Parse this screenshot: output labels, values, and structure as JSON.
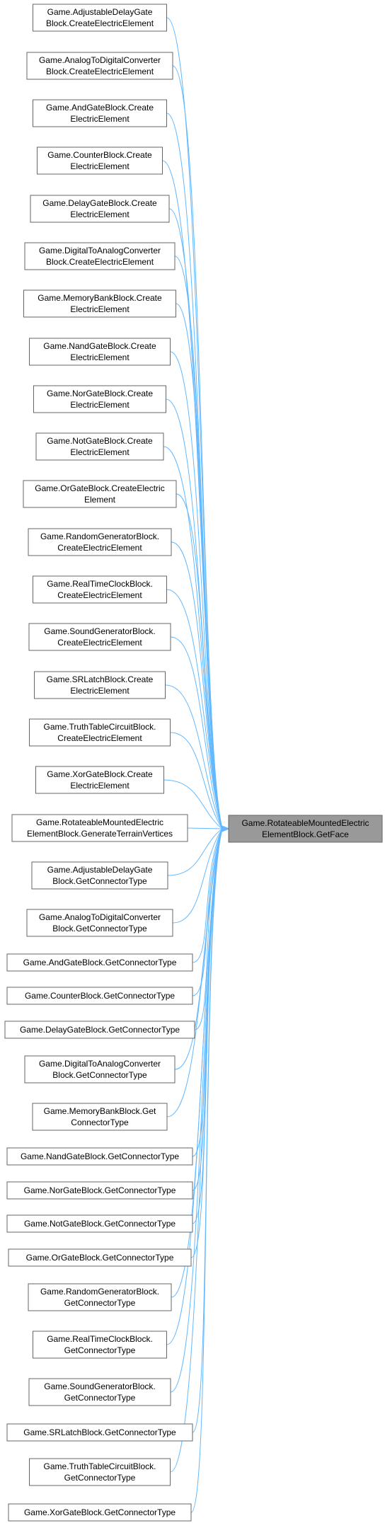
{
  "diagram": {
    "type": "call-graph",
    "colors": {
      "edge": "#63b8ff",
      "node_border": "#666666",
      "node_fill": "#ffffff",
      "target_fill": "#999999"
    },
    "target": {
      "lines": [
        "Game.RotateableMountedElectric",
        "ElementBlock.GetFace"
      ]
    },
    "callers": [
      {
        "lines": [
          "Game.AdjustableDelayGate",
          "Block.CreateElectricElement"
        ]
      },
      {
        "lines": [
          "Game.AnalogToDigitalConverter",
          "Block.CreateElectricElement"
        ]
      },
      {
        "lines": [
          "Game.AndGateBlock.Create",
          "ElectricElement"
        ]
      },
      {
        "lines": [
          "Game.CounterBlock.Create",
          "ElectricElement"
        ]
      },
      {
        "lines": [
          "Game.DelayGateBlock.Create",
          "ElectricElement"
        ]
      },
      {
        "lines": [
          "Game.DigitalToAnalogConverter",
          "Block.CreateElectricElement"
        ]
      },
      {
        "lines": [
          "Game.MemoryBankBlock.Create",
          "ElectricElement"
        ]
      },
      {
        "lines": [
          "Game.NandGateBlock.Create",
          "ElectricElement"
        ]
      },
      {
        "lines": [
          "Game.NorGateBlock.Create",
          "ElectricElement"
        ]
      },
      {
        "lines": [
          "Game.NotGateBlock.Create",
          "ElectricElement"
        ]
      },
      {
        "lines": [
          "Game.OrGateBlock.CreateElectric",
          "Element"
        ]
      },
      {
        "lines": [
          "Game.RandomGeneratorBlock.",
          "CreateElectricElement"
        ]
      },
      {
        "lines": [
          "Game.RealTimeClockBlock.",
          "CreateElectricElement"
        ]
      },
      {
        "lines": [
          "Game.SoundGeneratorBlock.",
          "CreateElectricElement"
        ]
      },
      {
        "lines": [
          "Game.SRLatchBlock.Create",
          "ElectricElement"
        ]
      },
      {
        "lines": [
          "Game.TruthTableCircuitBlock.",
          "CreateElectricElement"
        ]
      },
      {
        "lines": [
          "Game.XorGateBlock.Create",
          "ElectricElement"
        ]
      },
      {
        "lines": [
          "Game.RotateableMountedElectric",
          "ElementBlock.GenerateTerrainVertices"
        ]
      },
      {
        "lines": [
          "Game.AdjustableDelayGate",
          "Block.GetConnectorType"
        ]
      },
      {
        "lines": [
          "Game.AnalogToDigitalConverter",
          "Block.GetConnectorType"
        ]
      },
      {
        "lines": [
          "Game.AndGateBlock.GetConnectorType"
        ]
      },
      {
        "lines": [
          "Game.CounterBlock.GetConnectorType"
        ]
      },
      {
        "lines": [
          "Game.DelayGateBlock.GetConnectorType"
        ]
      },
      {
        "lines": [
          "Game.DigitalToAnalogConverter",
          "Block.GetConnectorType"
        ]
      },
      {
        "lines": [
          "Game.MemoryBankBlock.Get",
          "ConnectorType"
        ]
      },
      {
        "lines": [
          "Game.NandGateBlock.GetConnectorType"
        ]
      },
      {
        "lines": [
          "Game.NorGateBlock.GetConnectorType"
        ]
      },
      {
        "lines": [
          "Game.NotGateBlock.GetConnectorType"
        ]
      },
      {
        "lines": [
          "Game.OrGateBlock.GetConnectorType"
        ]
      },
      {
        "lines": [
          "Game.RandomGeneratorBlock.",
          "GetConnectorType"
        ]
      },
      {
        "lines": [
          "Game.RealTimeClockBlock.",
          "GetConnectorType"
        ]
      },
      {
        "lines": [
          "Game.SoundGeneratorBlock.",
          "GetConnectorType"
        ]
      },
      {
        "lines": [
          "Game.SRLatchBlock.GetConnectorType"
        ]
      },
      {
        "lines": [
          "Game.TruthTableCircuitBlock.",
          "GetConnectorType"
        ]
      },
      {
        "lines": [
          "Game.XorGateBlock.GetConnectorType"
        ]
      }
    ]
  }
}
